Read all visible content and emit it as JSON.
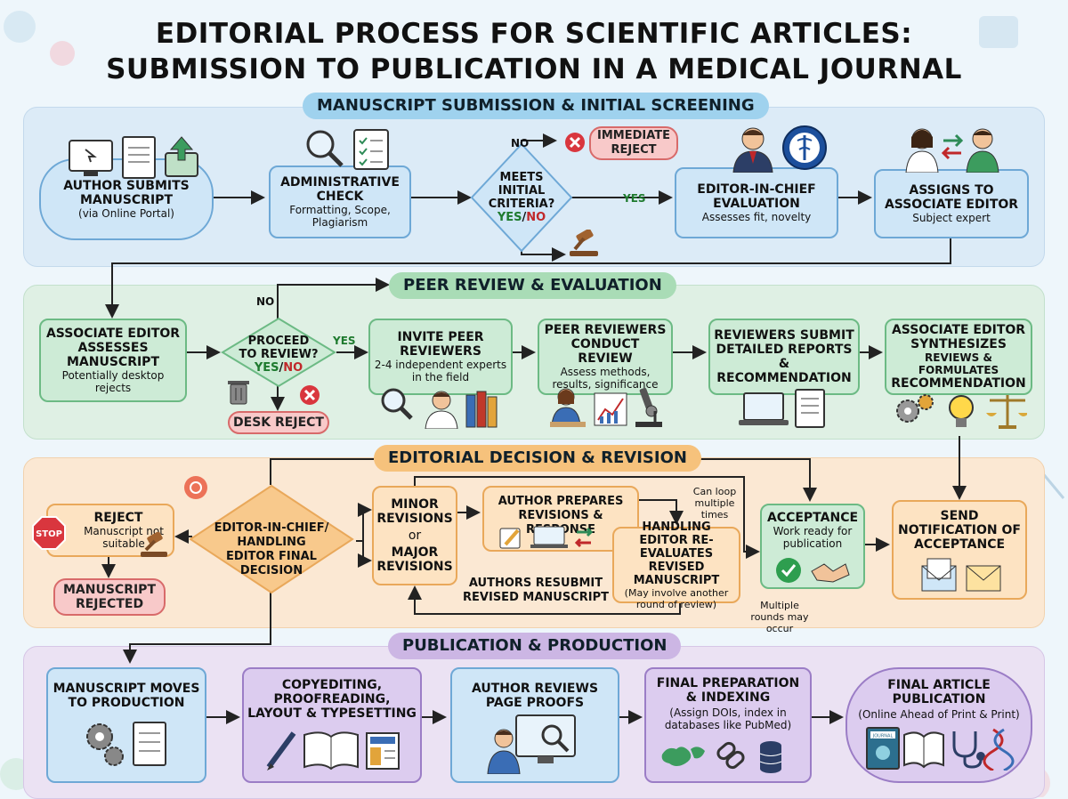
{
  "title_line1": "EDITORIAL PROCESS FOR SCIENTIFIC ARTICLES:",
  "title_line2": "SUBMISSION TO PUBLICATION IN A MEDICAL JOURNAL",
  "sections": {
    "s1": "MANUSCRIPT SUBMISSION & INITIAL SCREENING",
    "s2": "PEER REVIEW & EVALUATION",
    "s3": "EDITORIAL DECISION & REVISION",
    "s4": "PUBLICATION & PRODUCTION"
  },
  "s1": {
    "author_title": "AUTHOR SUBMITS MANUSCRIPT",
    "author_sub": "(via Online Portal)",
    "admin_title": "ADMINISTRATIVE CHECK",
    "admin_sub": "Formatting, Scope, Plagiarism",
    "diamond_l1": "MEETS",
    "diamond_l2": "INITIAL",
    "diamond_l3": "CRITERIA?",
    "yes": "YES",
    "slash": "/",
    "no": "NO",
    "no_label": "NO",
    "yes_label": "YES",
    "reject": "IMMEDIATE REJECT",
    "eic_title": "EDITOR-IN-CHIEF EVALUATION",
    "eic_sub": "Assesses fit, novelty",
    "assoc_title": "ASSIGNS TO ASSOCIATE EDITOR",
    "assoc_sub": "Subject expert"
  },
  "s2": {
    "ae_title": "ASSOCIATE EDITOR ASSESSES MANUSCRIPT",
    "ae_sub": "Potentially desktop rejects",
    "diamond_l1": "PROCEED",
    "diamond_l2": "TO REVIEW?",
    "yes": "YES",
    "slash": "/",
    "no": "NO",
    "no_label": "NO",
    "yes_label": "YES",
    "desk_reject": "DESK REJECT",
    "invite_title": "INVITE PEER REVIEWERS",
    "invite_sub": "2-4 independent experts in the field",
    "conduct_title": "PEER REVIEWERS CONDUCT REVIEW",
    "conduct_sub": "Assess methods, results, significance",
    "submit_title": "REVIEWERS SUBMIT DETAILED REPORTS & RECOMMENDATION",
    "synth_l1": "ASSOCIATE EDITOR SYNTHESIZES",
    "synth_l2": "REVIEWS & FORMULATES",
    "synth_l3": "RECOMMENDATION"
  },
  "s3": {
    "reject_title": "REJECT",
    "reject_sub": "Manuscript not suitable",
    "stop": "STOP",
    "rejected": "MANUSCRIPT REJECTED",
    "decision": "EDITOR-IN-CHIEF/ HANDLING EDITOR FINAL DECISION",
    "minor": "MINOR REVISIONS",
    "or": "or",
    "major": "MAJOR REVISIONS",
    "prepares": "AUTHOR PREPARES REVISIONS & RESPONSE",
    "loop": "Can loop multiple times",
    "reeval_title": "HANDLING EDITOR RE-EVALUATES REVISED MANUSCRIPT",
    "reeval_sub": "(May involve another round of review)",
    "resubmit": "AUTHORS RESUBMIT REVISED MANUSCRIPT",
    "acceptance_title": "ACCEPTANCE",
    "acceptance_sub": "Work ready for publication",
    "rounds": "Multiple rounds may occur",
    "notify": "SEND NOTIFICATION OF ACCEPTANCE"
  },
  "s4": {
    "prod": "MANUSCRIPT MOVES TO PRODUCTION",
    "copy": "COPYEDITING, PROOFREADING, LAYOUT & TYPESETTING",
    "proofs": "AUTHOR REVIEWS PAGE PROOFS",
    "final_title": "FINAL PREPARATION & INDEXING",
    "final_sub": "(Assign DOIs, index in databases like PubMed)",
    "pub_title": "FINAL ARTICLE PUBLICATION",
    "pub_sub": "(Online Ahead of Print & Print)",
    "journal": "JOURNAL"
  },
  "colors": {
    "blue": "#cfe6f7",
    "green": "#cdebd6",
    "orange": "#fde3c2",
    "purple": "#dcccef",
    "reject": "#f8c9c9",
    "yes": "#1e7a2e",
    "no": "#c0282a"
  },
  "icons": [
    "computer-icon",
    "document-icon",
    "upload-icon",
    "magnifier-icon",
    "checklist-icon",
    "gavel-icon",
    "x-circle-icon",
    "editor-person-icon",
    "caduceus-icon",
    "exchange-arrows-icon",
    "trash-icon",
    "scientist-icon",
    "books-icon",
    "writer-icon",
    "chart-icon",
    "microscope-icon",
    "laptop-icon",
    "gears-icon",
    "lightbulb-icon",
    "scales-icon",
    "stop-sign-icon",
    "pencil-icon",
    "check-icon",
    "handshake-icon",
    "envelope-icon",
    "pen-icon",
    "open-book-icon",
    "layout-icon",
    "monitor-person-icon",
    "world-map-icon",
    "link-icon",
    "database-icon",
    "journal-icon",
    "stethoscope-icon",
    "dna-icon"
  ]
}
